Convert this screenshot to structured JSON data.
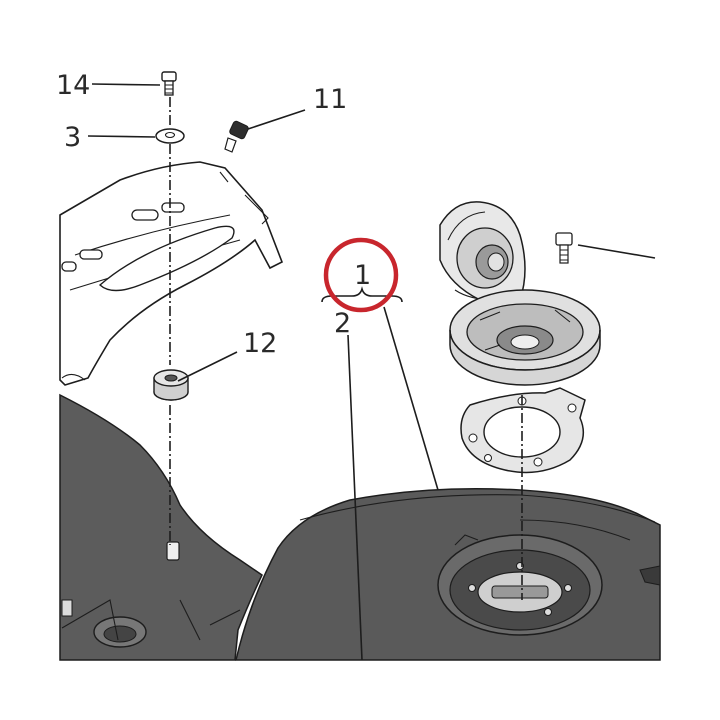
{
  "callouts": {
    "c14": "14",
    "c3": "3",
    "c11": "11",
    "c12": "12",
    "c1": "1",
    "c2": "2"
  },
  "colors": {
    "tank": "#5a5a5a",
    "line": "#1d1d1d",
    "highlight": "#c8262d",
    "background": "#ffffff"
  }
}
